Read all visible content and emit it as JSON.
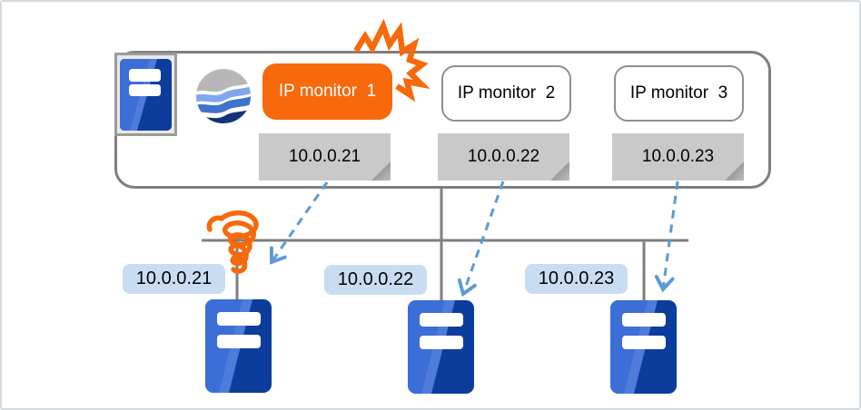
{
  "monitor_box": {
    "monitors": [
      {
        "label": "IP monitor  1",
        "ip": "10.0.0.21",
        "state": "alert"
      },
      {
        "label": "IP monitor  2",
        "ip": "10.0.0.22",
        "state": "normal"
      },
      {
        "label": "IP monitor  3",
        "ip": "10.0.0.23",
        "state": "normal"
      }
    ]
  },
  "servers": [
    {
      "ip": "10.0.0.21"
    },
    {
      "ip": "10.0.0.22"
    },
    {
      "ip": "10.0.0.23"
    }
  ],
  "colors": {
    "alert_orange": "#f7690b",
    "line_gray": "#7f7f7f",
    "note_gray": "#c9c9c9",
    "note_fold_gray": "#8e8e8e",
    "device_label_blue": "#c9ddf2",
    "arrow_blue": "#5b9bd5",
    "server_dark_blue": "#0c3c9c",
    "server_light_blue": "#3b6ed7",
    "logo_gray": "#b7b7b7",
    "logo_light_blue": "#7fa8ec",
    "logo_mid_blue": "#3f72cd",
    "logo_dark_blue": "#123379"
  }
}
